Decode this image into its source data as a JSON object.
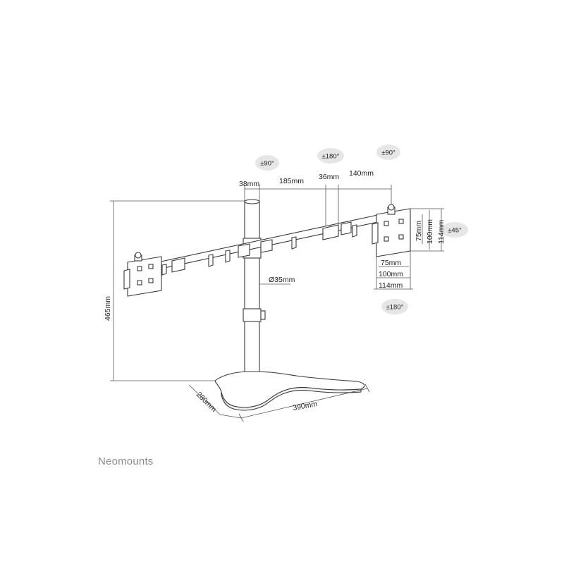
{
  "brand": "Neomounts",
  "rotation_badges": {
    "tilt_left": "±90°",
    "swivel_middle": "±180°",
    "tilt_right": "±90°",
    "pivot_right": "±45°",
    "rotate_bottom": "±180°"
  },
  "dimensions": {
    "pole_width": "38mm",
    "arm_length_1": "185mm",
    "joint_width": "36mm",
    "arm_length_2": "140mm",
    "pole_diameter": "Ø35mm",
    "total_height": "465mm",
    "base_depth": "280mm",
    "base_width": "390mm",
    "vesa_v_75": "75mm",
    "vesa_v_100": "100mm",
    "vesa_v_114": "114mm",
    "vesa_h_75": "75mm",
    "vesa_h_100": "100mm",
    "vesa_h_114": "114mm"
  },
  "colors": {
    "line": "#3a3a3a",
    "dim_line": "#555555",
    "badge_bg": "#e6e6e6",
    "brand": "#8c8c8c"
  }
}
